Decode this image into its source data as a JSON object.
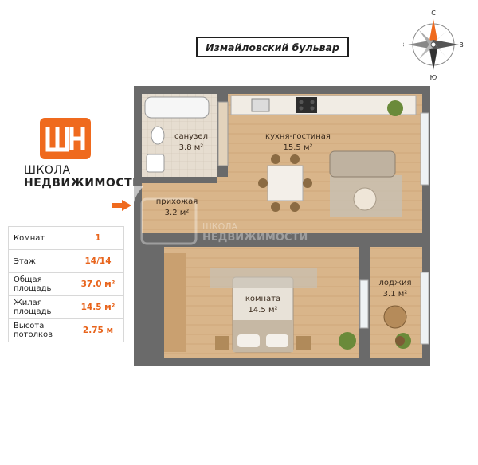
{
  "street": "Измайловский бульвар",
  "brand": {
    "line1": "ШКОЛА",
    "line2": "НЕДВИЖИМОСТИ",
    "logo_letters": "ШН",
    "accent": "#ef6a1e"
  },
  "compass": {
    "n": "С",
    "s": "Ю",
    "e": "В",
    "w": "З"
  },
  "info": [
    {
      "label": "Комнат",
      "value": "1"
    },
    {
      "label": "Этаж",
      "value": "14/14"
    },
    {
      "label": "Общая площадь",
      "value": "37.0 м²"
    },
    {
      "label": "Жилая площадь",
      "value": "14.5 м²"
    },
    {
      "label": "Высота потолков",
      "value": "2.75 м"
    }
  ],
  "rooms": {
    "bathroom": {
      "name": "санузел",
      "area": "3.8 м²"
    },
    "kitchen": {
      "name": "кухня-гостиная",
      "area": "15.5 м²"
    },
    "hallway": {
      "name": "прихожая",
      "area": "3.2 м²"
    },
    "bedroom": {
      "name": "комната",
      "area": "14.5 м²"
    },
    "loggia": {
      "name": "лоджия",
      "area": "3.1 м²"
    }
  },
  "watermark": {
    "line1": "ШКОЛА",
    "line2": "НЕДВИЖИМОСТИ"
  }
}
